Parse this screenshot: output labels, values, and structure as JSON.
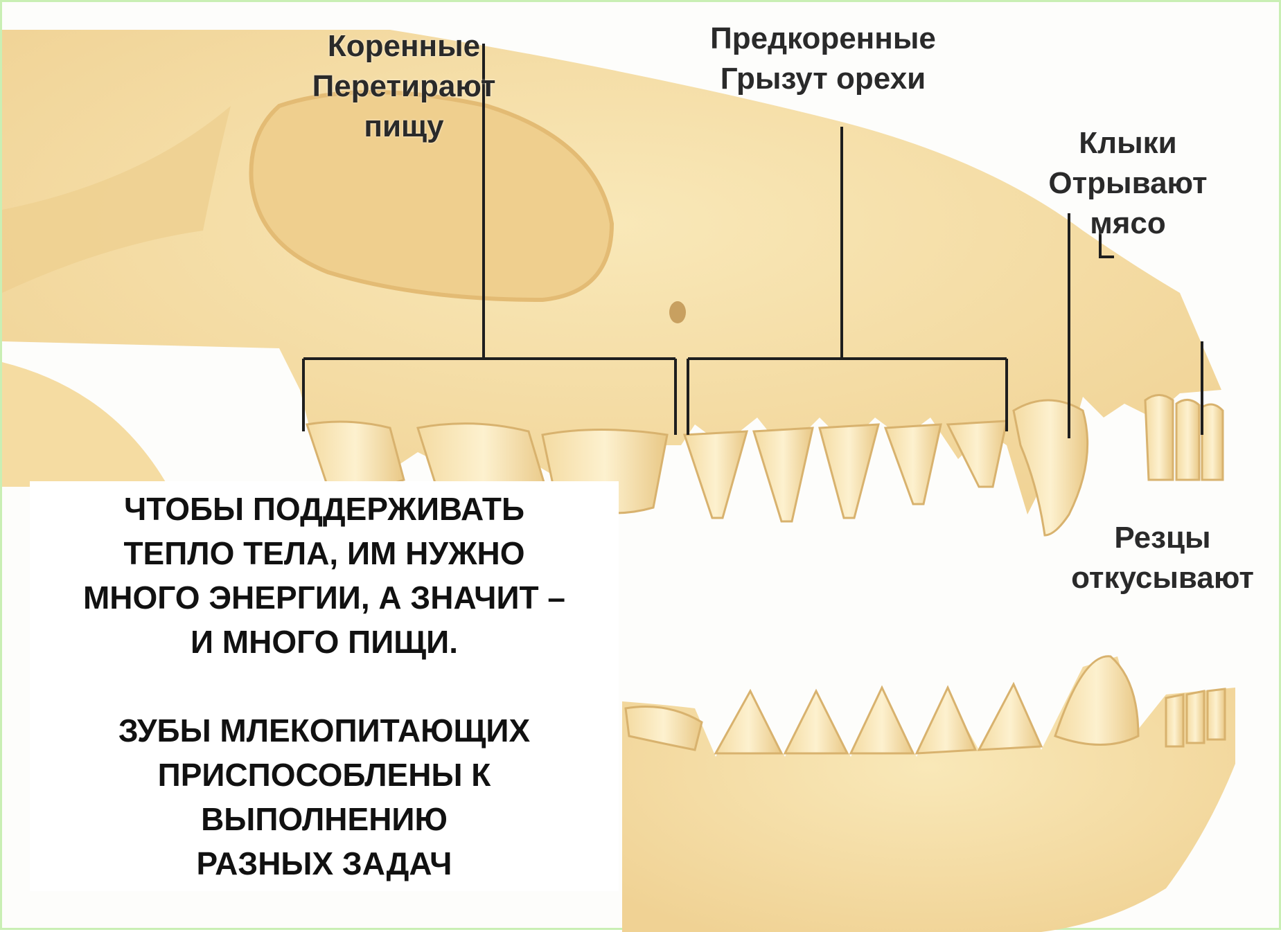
{
  "labels": {
    "molars": {
      "line1": "Коренные",
      "line2": "Перетирают",
      "line3": "пищу"
    },
    "premolars": {
      "line1": "Предкоренные",
      "line2": "Грызут орехи"
    },
    "canines": {
      "line1": "Клыки",
      "line2": "Отрывают",
      "line3": "мясо"
    },
    "incisors": {
      "line1": "Резцы",
      "line2": "откусывают"
    }
  },
  "text_box": {
    "para1": [
      "ЧТОБЫ ПОДДЕРЖИВАТЬ",
      "ТЕПЛО ТЕЛА, ИМ НУЖНО",
      "МНОГО ЭНЕРГИИ, А ЗНАЧИТ –",
      "И МНОГО ПИЩИ."
    ],
    "para2": [
      "ЗУБЫ МЛЕКОПИТАЮЩИХ",
      "ПРИСПОСОБЛЕНЫ К",
      "ВЫПОЛНЕНИЮ",
      "РАЗНЫХ ЗАДАЧ"
    ]
  },
  "colors": {
    "bone": "#f7e2a8",
    "bone_shadow": "#e8c884",
    "orbit": "#efcf8e",
    "line": "#1e1e1e",
    "border": "#c9efb4"
  }
}
